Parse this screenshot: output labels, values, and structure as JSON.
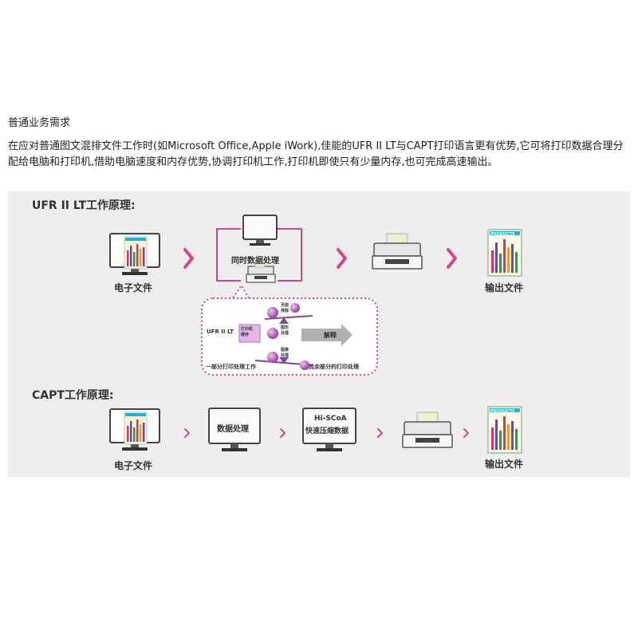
{
  "heading": "普通业务需求",
  "paragraph": "在应对普通图文混排文件工作时(如Microsoft Office,Apple iWork),佳能的UFR II LT与CAPT打印语言更有优势,它可将打印数据合理分配给电脑和打印机,借助电脑速度和内存优势,协调打印机工作,打印机即使只有少量内存,也可完成高速输出。",
  "ufr": {
    "title": "UFR II LT工作原理:",
    "source_label": "电子文件",
    "process_label": "同时数据处理",
    "output_label": "输出文件",
    "detail": {
      "left_tag": "UFR II LT",
      "printer_tag": "打印机\n缓存",
      "ball_top": "页面\n排版",
      "ball_mid": "图形\n处理",
      "ball_bottom": "图像\n处理",
      "arrow_label": "解释",
      "bottom_left": "一部分打印处理工作",
      "bottom_right": "其余部分的打印处理"
    }
  },
  "capt": {
    "title": "CAPT工作原理:",
    "source_label": "电子文件",
    "step1": "数据处理",
    "step2_line1": "Hi-SCoA",
    "step2_line2": "快速压缩数据",
    "output_label": "输出文件"
  },
  "doc_banner": "PRODUCTS",
  "colors": {
    "accent_pink": "#d8468a",
    "magenta": "#cc3399",
    "panel_bg": "#eeeeee"
  }
}
